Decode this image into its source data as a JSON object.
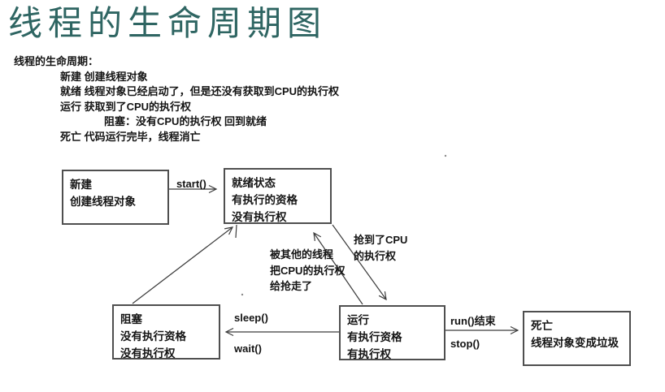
{
  "page": {
    "title": "线程的生命周期图",
    "colors": {
      "title_accent": "#2e6562",
      "line": "#3c3c3c",
      "box_border": "#4f4f4f"
    }
  },
  "intro": {
    "heading": "线程的生命周期：",
    "line_new": "新建 创建线程对象",
    "line_ready": "就绪 线程对象已经启动了，但是还没有获取到CPU的执行权",
    "line_running": "运行 获取到了CPU的执行权",
    "line_blocked": "阻塞：没有CPU的执行权 回到就绪",
    "line_dead": "死亡 代码运行完毕，线程消亡"
  },
  "diagram": {
    "boxes": {
      "new": {
        "lines": [
          "新建",
          "创建线程对象"
        ]
      },
      "ready": {
        "lines": [
          "就绪状态",
          "有执行的资格",
          "没有执行权"
        ]
      },
      "blocked": {
        "lines": [
          "阻塞",
          "没有执行资格",
          "没有执行权"
        ]
      },
      "running": {
        "lines": [
          "运行",
          "有执行资格",
          "有执行权"
        ]
      },
      "dead": {
        "lines": [
          "死亡",
          "线程对象变成垃圾"
        ]
      }
    },
    "labels": {
      "start": "start()",
      "sleep": "sleep()",
      "wait": "wait()",
      "run_end": "run()结束",
      "stop": "stop()",
      "grab_cpu": [
        "抢到了CPU",
        "的执行权"
      ],
      "lose_cpu": [
        "被其他的线程",
        "把CPU的执行权",
        "给抢走了"
      ]
    }
  }
}
